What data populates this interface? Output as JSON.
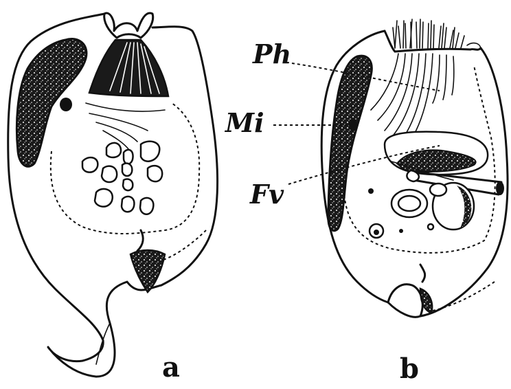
{
  "panels": [
    {
      "id": "a",
      "caption": "a"
    },
    {
      "id": "b",
      "caption": "b"
    }
  ],
  "labels": {
    "ph": "Ph",
    "mi": "Mi",
    "fv": "Fv"
  }
}
